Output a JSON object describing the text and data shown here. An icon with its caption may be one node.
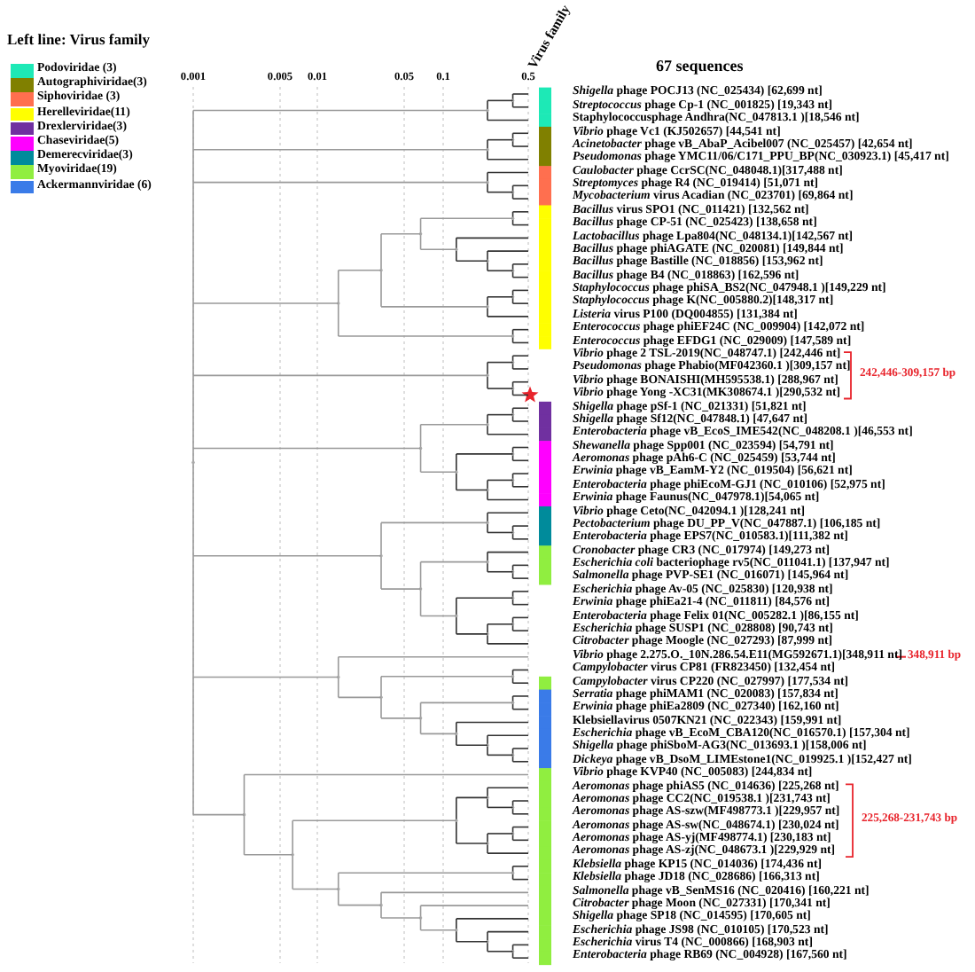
{
  "diagram": {
    "labels": [
      "Left line: Virus family",
      "0.001",
      "0.005",
      "0.01",
      "0.05",
      "0.1",
      "0.5",
      "Virus family",
      "67 sequences",
      "*Shigella* phage POCJ13 (NC_025434) [62,699 nt]",
      "*Streptococcus* phage Cp-1 (NC_001825) [19,343 nt]",
      "Staphylococcusphage Andhra(NC_047813.1 )[18,546 nt]",
      "*Vibrio* phage Vc1 (KJ502657) [44,541 nt]",
      "*Acinetobacter* phage vB_AbaP_Acibel007 (NC_025457) [42,654 nt]",
      "*Pseudomonas* phage YMC11/06/C171_PPU_BP(NC_030923.1) [45,417 nt]",
      "*Caulobacter* phage CcrSC(NC_048048.1)[317,488 nt]",
      "*Streptomyces* phage R4 (NC_019414) [51,071 nt]",
      "*Mycobacterium* virus Acadian (NC_023701) [69,864 nt]",
      "*Bacillus* virus SPO1 (NC_011421) [132,562 nt]",
      "*Bacillus* phage CP-51 (NC_025423) [138,658 nt]",
      "*Lactobacillus* phage Lpa804(NC_048134.1)[142,567 nt]",
      "*Bacillus* phage phiAGATE (NC_020081) [149,844 nt]",
      "*Bacillus* phage Bastille (NC_018856) [153,962 nt]",
      "*Bacillus* phage B4 (NC_018863) [162,596 nt]",
      "*Staphylococcus* phage phiSA_BS2(NC_047948.1 )[149,229 nt]",
      "*Staphylococcus* phage K(NC_005880.2)[148,317 nt]",
      "*Listeria* virus P100 (DQ004855) [131,384 nt]",
      "*Enterococcus* phage phiEF24C (NC_009904) [142,072 nt]",
      "*Enterococcus* phage EFDG1 (NC_029009) [147,589 nt]",
      "*Vibrio* phage 2 TSL-2019(NC_048747.1) [242,446 nt]",
      "*Pseudomonas* phage Phabio(MF042360.1 )[309,157 nt]",
      "242,446-309,157 bp",
      "*Vibrio* phage BONAISHI(MH595538.1) [288,967 nt]",
      "*Vibrio* phage Yong -XC31(MK308674.1 )[290,532 nt]",
      "*Shigella* phage pSf-1 (NC_021331) [51,821 nt]",
      "*Shigella* phage Sf12(NC_047848.1) [47,647 nt]",
      "*Enterobacteria* phage vB_EcoS_IME542(NC_048208.1 )[46,553 nt]",
      "*Shewanella* phage Spp001 (NC_023594) [54,791 nt]",
      "*Aeromonas* phage pAh6-C (NC_025459) [53,744 nt]",
      "*Erwinia* phage vB_EamM-Y2 (NC_019504) [56,621 nt]",
      "*Enterobacteria* phage phiEcoM-GJ1 (NC_010106) [52,975 nt]",
      "*Erwinia* phage Faunus(NC_047978.1)[54,065 nt]",
      "*Vibrio* phage Ceto(NC_042094.1 )[128,241 nt]",
      "*Pectobacterium* phage DU_PP_V(NC_047887.1) [106,185 nt]",
      "*Enterobacteria* phage EPS7(NC_010583.1)[111,382 nt]",
      "*Cronobacter* phage CR3 (NC_017974) [149,273 nt]",
      "*Escherichia coli* bacteriophage rv5(NC_011041.1) [137,947 nt]",
      "*Salmonella* phage PVP-SE1 (NC_016071) [145,964 nt]",
      "*Escherichia* phage Av-05 (NC_025830) [120,938 nt]",
      "*Erwinia* phage phiEa21-4 (NC_011811) [84,576 nt]",
      "*Enterobacteria* phage Felix 01(NC_005282.1 )[86,155 nt]",
      "*Escherichia* phage SUSP1 (NC_028808) [90,743 nt]",
      "*Citrobacter* phage Moogle (NC_027293) [87,999 nt]",
      "*Vibrio* phage 2.275.O._10N.286.54.E11(MG592671.1)[348,911 nt]",
      "348,911 bp",
      "*Campylobacter* virus CP81 (FR823450) [132,454 nt]",
      "*Campylobacter* virus CP220 (NC_027997) [177,534 nt]",
      "*Serratia* phage phiMAM1 (NC_020083) [157,834 nt]",
      "*Erwinia* phage phiEa2809 (NC_027340) [162,160 nt]",
      "Klebsiellavirus 0507KN21 (NC_022343) [159,991 nt]",
      "*Escherichia* phage vB_EcoM_CBA120(NC_016570.1) [157,304 nt]",
      "*Shigella* phage phiSboM-AG3(NC_013693.1 )[158,006 nt]",
      "*Dickeya* phage vB_DsoM_LIMEstone1(NC_019925.1 )[152,427 nt]",
      "*Vibrio* phage KVP40 (NC_005083) [244,834 nt]",
      "*Aeromonas* phage phiAS5 (NC_014636) [225,268 nt]",
      "*Aeromonas* phage CC2(NC_019538.1 )[231,743 nt]",
      "*Aeromonas* phage AS-szw(MF498773.1 )[229,957 nt]",
      "225,268-231,743 bp",
      "*Aeromonas* phage AS-sw(NC_048674.1) [230,024 nt]",
      "*Aeromonas* phage AS-yj(MF498774.1) [230,183 nt]",
      "*Aeromonas* phage AS-zj(NC_048673.1 )[229,929 nt]",
      "*Klebsiella* phage KP15 (NC_014036) [174,436 nt]",
      "*Klebsiella* phage JD18 (NC_028686) [166,313 nt]",
      "*Salmonella* phage vB_SenMS16 (NC_020416) [160,221 nt]",
      "*Citrobacter* phage Moon (NC_027331) [170,341 nt]",
      "*Shigella* phage SP18 (NC_014595) [170,605 nt]",
      "*Escherichia* phage JS98 (NC_010105) [170,523 nt]",
      "*Escherichia* virus T4 (NC_000866) [168,903 nt]",
      "*Enterobacteria* phage RB69 (NC_004928) [167,560 nt]"
    ],
    "legend": [
      {
        "text": "Podoviridae (3)",
        "color": "#1de9b6"
      },
      {
        "text": "Autographiviridae(3)",
        "color": "#808000"
      },
      {
        "text": "Siphoviridae (3)",
        "color": "#ff6f4f"
      },
      {
        "text": "Herelleviridae(11)",
        "color": "#ffff00"
      },
      {
        "text": "Drexlerviridae(3)",
        "color": "#7030a0"
      },
      {
        "text": "Chaseviridae(5)",
        "color": "#ff00ff"
      },
      {
        "text": "Demerecviridae(3)",
        "color": "#008b9b"
      },
      {
        "text": "Myoviridae(19)",
        "color": "#90ee40"
      },
      {
        "text": "Ackermannviridae (6)",
        "color": "#3a7be8"
      }
    ]
  }
}
